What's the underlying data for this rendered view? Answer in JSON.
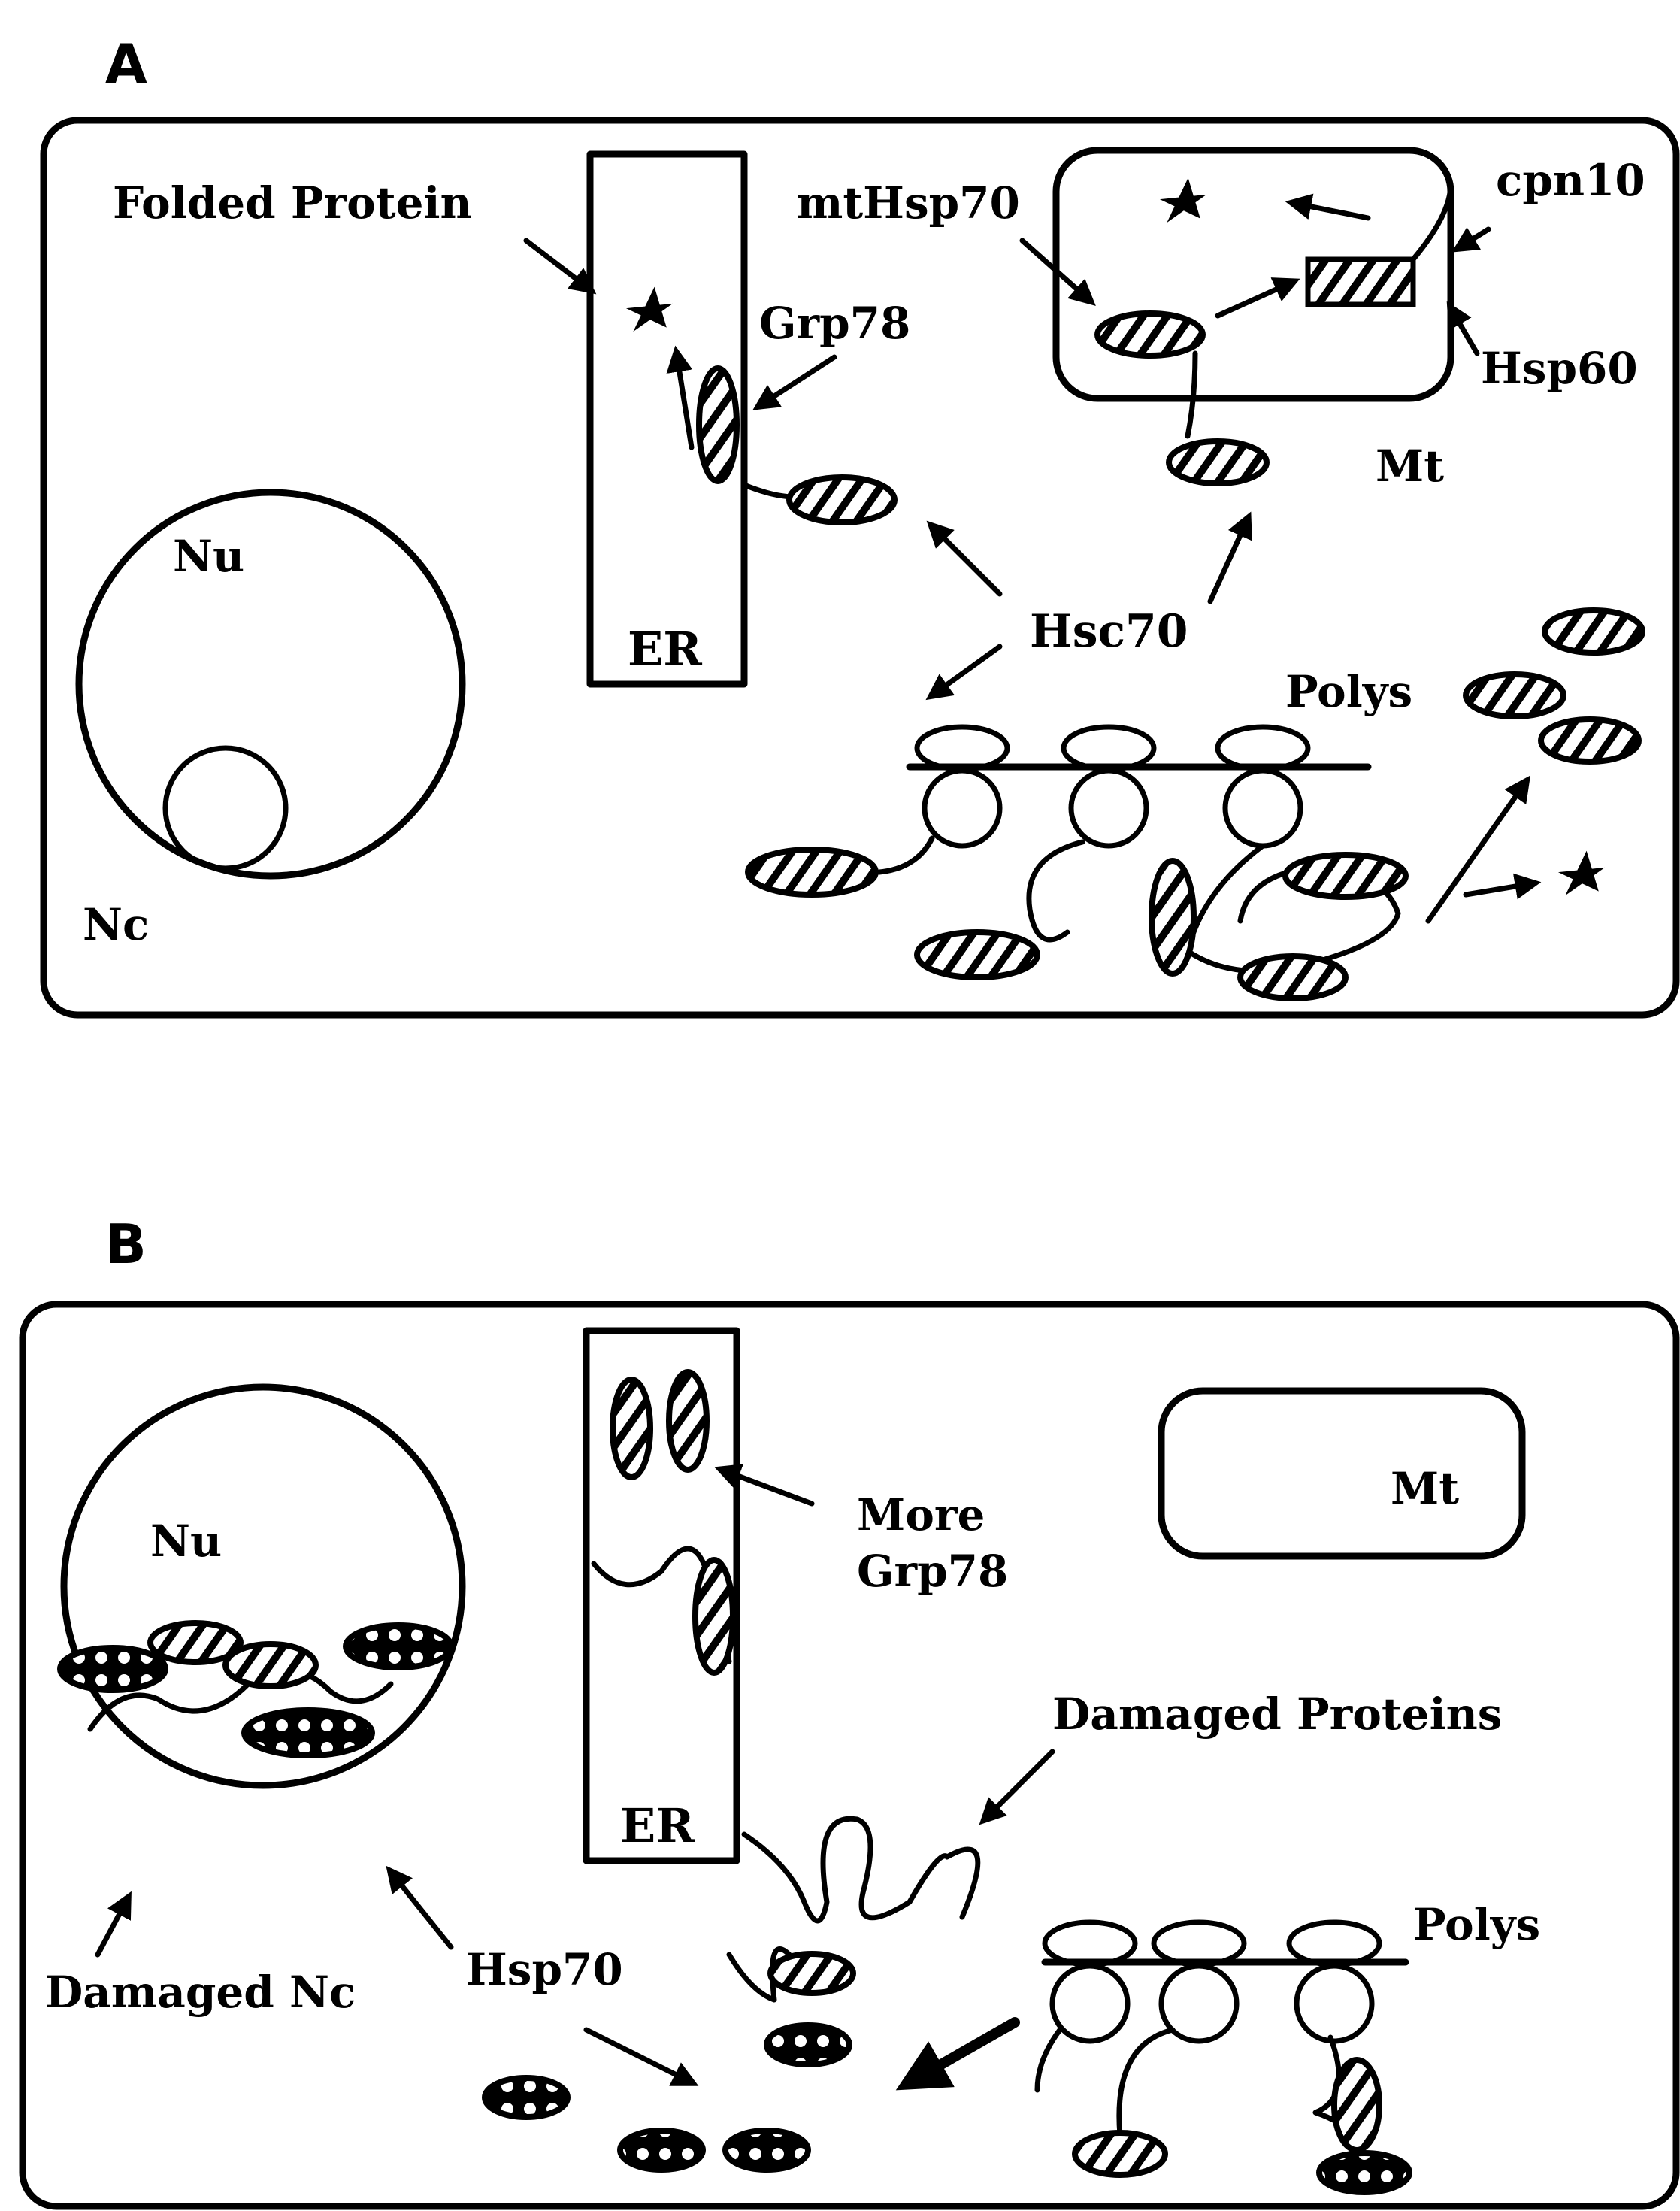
{
  "panel_a": {
    "letter": "A",
    "labels": {
      "folded_protein": "Folded Protein",
      "mthsp70": "mtHsp70",
      "cpn10": "cpn10",
      "grp78": "Grp78",
      "hsp60": "Hsp60",
      "mt": "Mt",
      "nu": "Nu",
      "er": "ER",
      "hsc70": "Hsc70",
      "polys": "Polys",
      "nc": "Nc"
    }
  },
  "panel_b": {
    "letter": "B",
    "labels": {
      "nu": "Nu",
      "more_grp78_line1": "More",
      "more_grp78_line2": "Grp78",
      "mt": "Mt",
      "damaged_proteins": "Damaged Proteins",
      "er": "ER",
      "polys": "Polys",
      "damaged_nc": "Damaged Nc",
      "hsp70": "Hsp70"
    }
  }
}
